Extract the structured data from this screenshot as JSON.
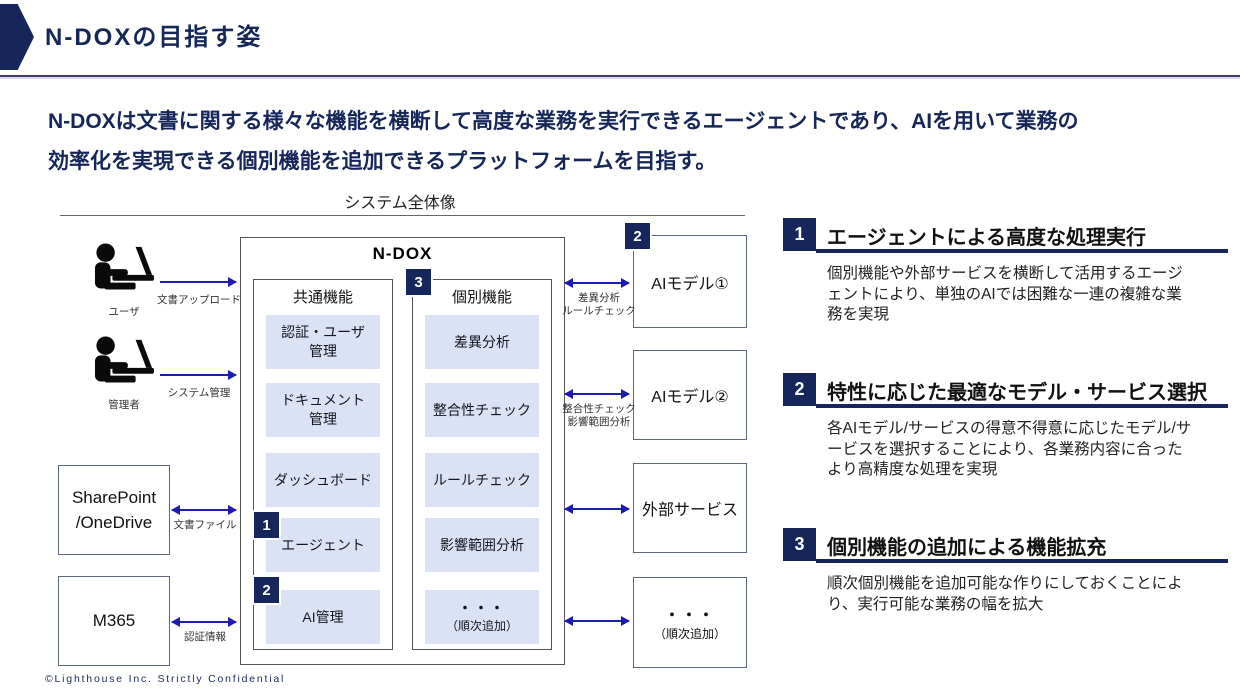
{
  "header": {
    "title": "N-DOXの目指す姿"
  },
  "lead": {
    "line1": "N-DOXは文書に関する様々な機能を横断して高度な業務を実行できるエージェントであり、AIを用いて業務の",
    "line2": "効率化を実現できる個別機能を追加できるプラットフォームを目指す。"
  },
  "diagram": {
    "title": "システム全体像",
    "actors": {
      "user": {
        "label": "ユーザ",
        "arrow": "文書アップロード"
      },
      "admin": {
        "label": "管理者",
        "arrow": "システム管理"
      }
    },
    "left_systems": {
      "sharepoint": {
        "line1": "SharePoint",
        "line2": "/OneDrive",
        "arrow": "文書ファイル"
      },
      "m365": {
        "label": "M365",
        "arrow": "認証情報"
      }
    },
    "ndox": {
      "title": "N-DOX",
      "badge3": "3",
      "common": {
        "header": "共通機能",
        "auth": {
          "line1": "認証・ユーザ",
          "line2": "管理"
        },
        "doc": {
          "line1": "ドキュメント",
          "line2": "管理"
        },
        "dashboard": "ダッシュボード",
        "agent": {
          "badge": "1",
          "label": "エージェント"
        },
        "ai_mgmt": {
          "badge": "2",
          "label": "AI管理"
        }
      },
      "individual": {
        "header": "個別機能",
        "diff": "差異分析",
        "consistency": "整合性チェック",
        "rule": "ルールチェック",
        "impact": "影響範囲分析",
        "more": {
          "line1": "・・・",
          "line2": "（順次追加）"
        }
      }
    },
    "right_systems": {
      "ai1": {
        "badge": "2",
        "label": "AIモデル①",
        "arrow_line1": "差異分析",
        "arrow_line2": "ルールチェック"
      },
      "ai2": {
        "label": "AIモデル②",
        "arrow_line1": "整合性チェック",
        "arrow_line2": "影響範囲分析"
      },
      "ext": {
        "label": "外部サービス"
      },
      "more": {
        "line1": "・・・",
        "line2": "（順次追加）"
      }
    }
  },
  "points": [
    {
      "num": "1",
      "title": "エージェントによる高度な処理実行",
      "body": "個別機能や外部サービスを横断して活用するエージェントにより、単独のAIでは困難な一連の複雑な業務を実現"
    },
    {
      "num": "2",
      "title": "特性に応じた最適なモデル・サービス選択",
      "body": "各AIモデル/サービスの得意不得意に応じたモデル/サービスを選択することにより、各業務内容に合ったより高精度な処理を実現"
    },
    {
      "num": "3",
      "title": "個別機能の追加による機能拡充",
      "body": "順次個別機能を追加可能な作りにしておくことにより、実行可能な業務の幅を拡大"
    }
  ],
  "footer": {
    "text": "©Lighthouse Inc. Strictly Confidential"
  },
  "colors": {
    "navy": "#16265a",
    "arrow": "#1c1cae",
    "feature_fill": "#dbe2f5"
  }
}
